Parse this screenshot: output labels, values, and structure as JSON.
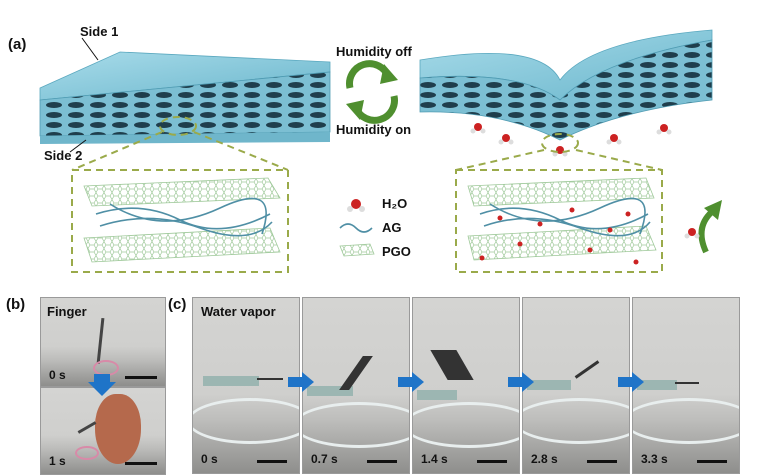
{
  "panel_a": {
    "letter": "(a)",
    "side1": "Side 1",
    "side2": "Side 2",
    "humidity_off": "Humidity off",
    "humidity_on": "Humidity on",
    "legend": {
      "h2o": "H₂O",
      "ag": "AG",
      "pgo": "PGO"
    },
    "colors": {
      "film": "#7fc4d8",
      "dashed": "#9aaa4a",
      "arrow": "#4f8f2f"
    }
  },
  "panel_b": {
    "letter": "(b)",
    "caption": "Finger",
    "frames": [
      {
        "time": "0 s"
      },
      {
        "time": "1 s"
      }
    ]
  },
  "panel_c": {
    "letter": "(c)",
    "caption": "Water vapor",
    "frames": [
      {
        "time": "0 s"
      },
      {
        "time": "0.7 s"
      },
      {
        "time": "1.4 s"
      },
      {
        "time": "2.8 s"
      },
      {
        "time": "3.3 s"
      }
    ],
    "colors": {
      "arrow": "#1f74c8"
    }
  }
}
